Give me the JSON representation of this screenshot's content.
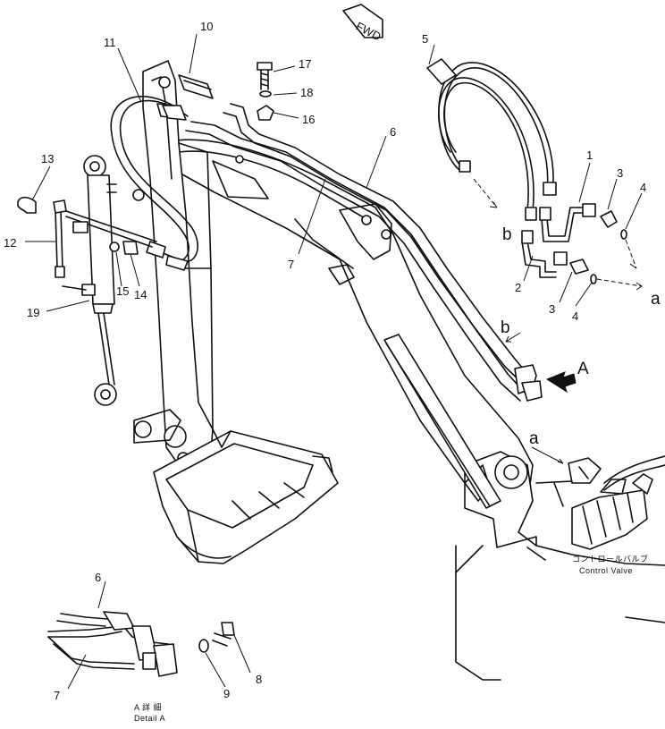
{
  "fwd_label": "FWD",
  "view_label": "A",
  "detail": {
    "label_jp": "A 詳 細",
    "label_en": "Detail A"
  },
  "control_valve": {
    "label_jp": "コントロールバルブ",
    "label_en": "Control Valve"
  },
  "connectors": {
    "a_top": "a",
    "a_bottom": "a",
    "b_top": "b",
    "b_bottom": "b"
  },
  "callouts": {
    "n1": "1",
    "n2": "2",
    "n3a": "3",
    "n3b": "3",
    "n4a": "4",
    "n4b": "4",
    "n5": "5",
    "n6": "6",
    "n6d": "6",
    "n7": "7",
    "n7d": "7",
    "n8": "8",
    "n9": "9",
    "n10": "10",
    "n11": "11",
    "n12": "12",
    "n13": "13",
    "n14": "14",
    "n15": "15",
    "n16": "16",
    "n17": "17",
    "n18": "18",
    "n19": "19"
  }
}
